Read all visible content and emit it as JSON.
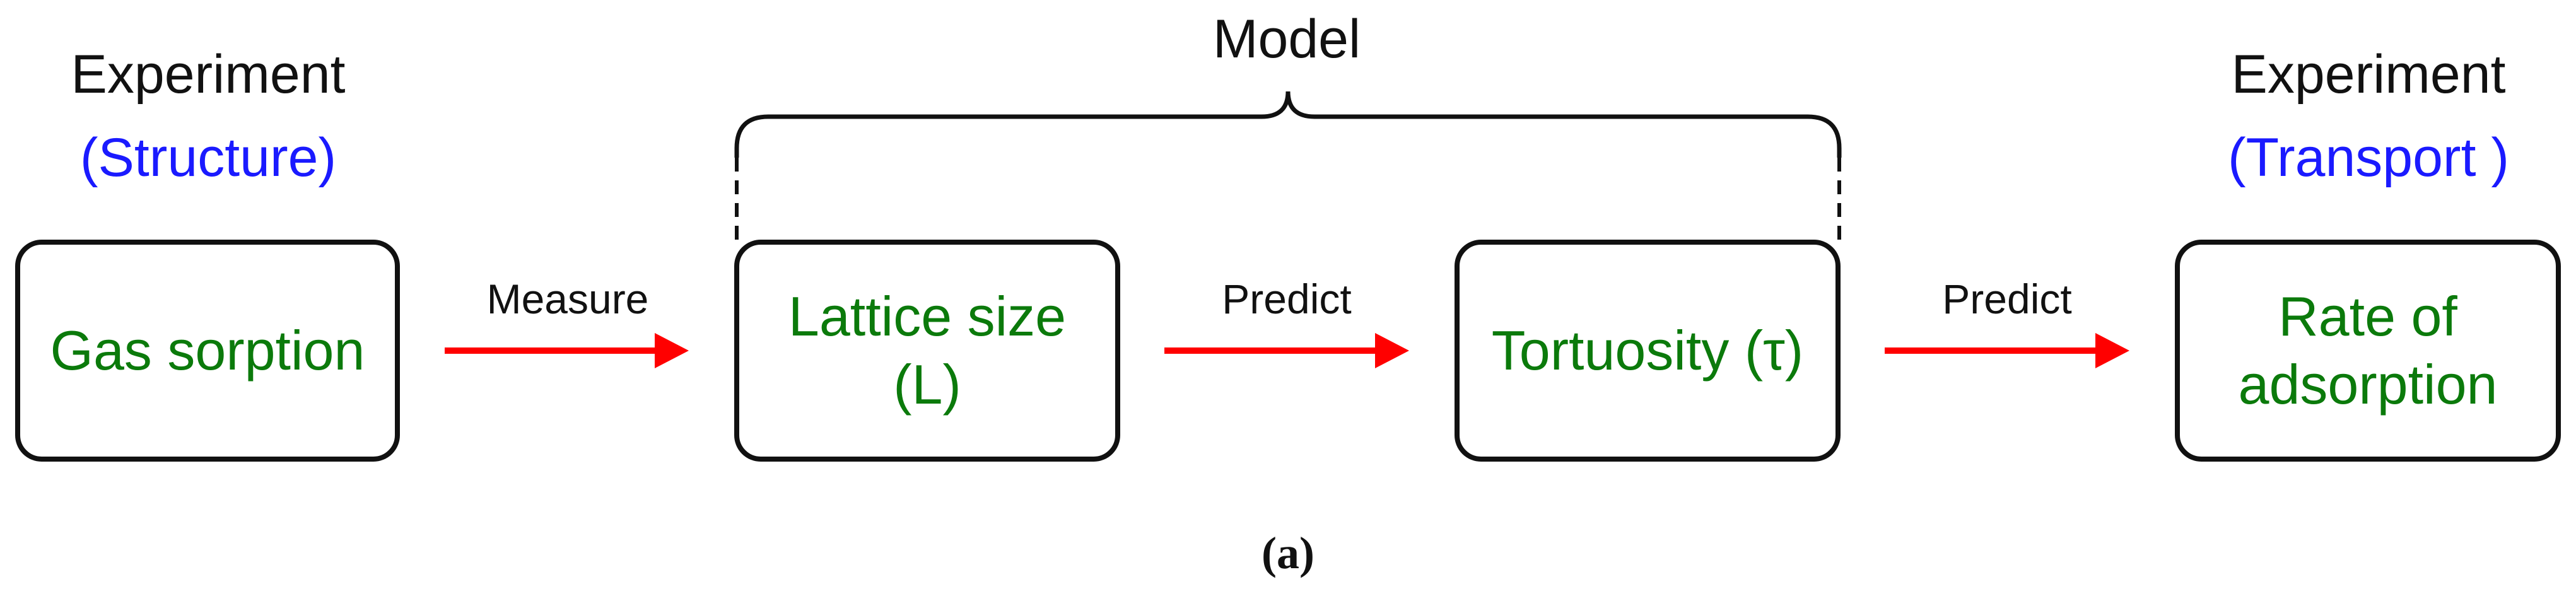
{
  "headings": {
    "left_title": "Experiment",
    "left_subtitle": "(Structure)",
    "model_title": "Model",
    "right_title": "Experiment",
    "right_subtitle": "(Transport )"
  },
  "boxes": {
    "gas_sorption": "Gas sorption",
    "lattice_size": "Lattice size\n(L)",
    "tortuosity": "Tortuosity (τ)",
    "rate_of_adsorption": "Rate of\nadsorption"
  },
  "arrows": {
    "measure": "Measure",
    "predict_1": "Predict",
    "predict_2": "Predict"
  },
  "caption": "(a)",
  "colors": {
    "box_text": "#0b7a0b",
    "subtitle": "#1a1aff",
    "arrow": "#ff0000",
    "outline": "#111111"
  }
}
